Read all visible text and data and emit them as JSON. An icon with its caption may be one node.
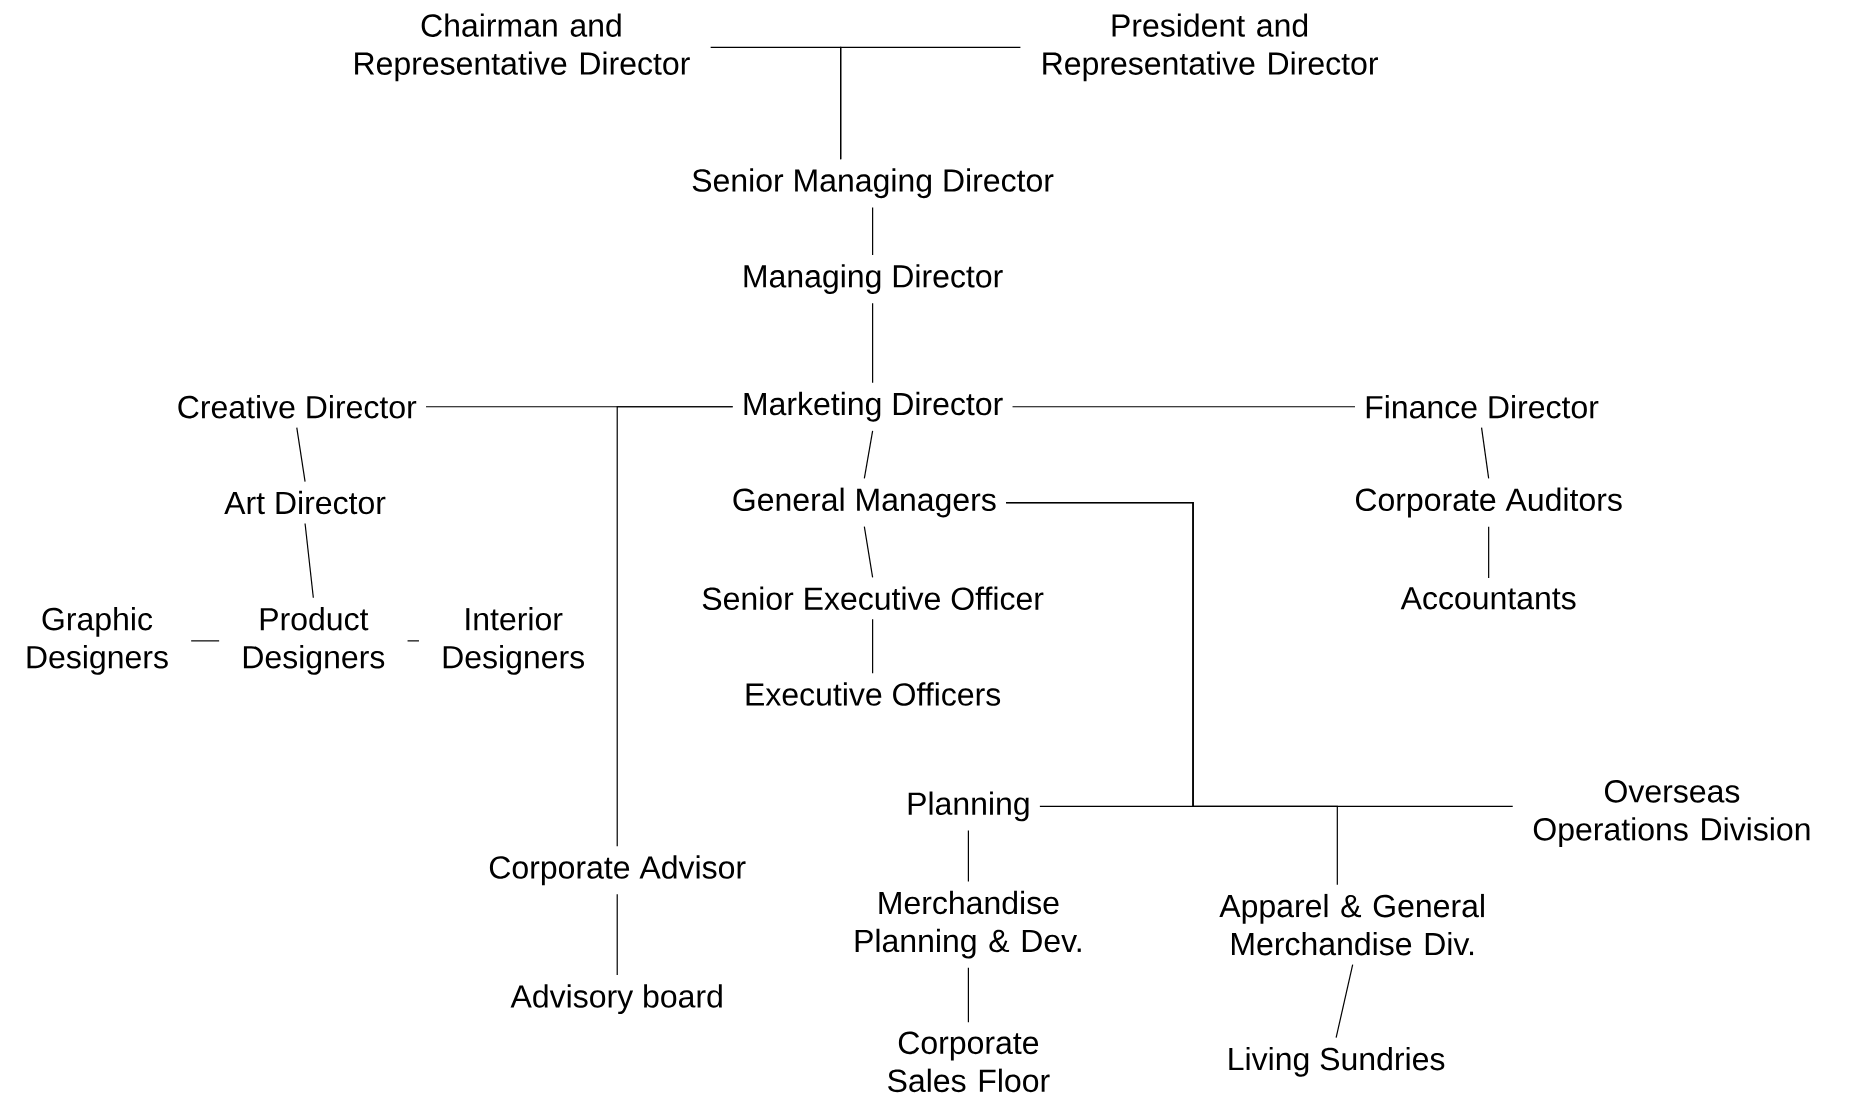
{
  "diagram": {
    "nodes": [
      {
        "text": [
          "Chairman and Representative Director"
        ]
      },
      {
        "text": [
          "President and Representative Director"
        ]
      },
      {
        "text": [
          "Senior Managing Director"
        ]
      },
      {
        "text": [
          "Managing Director"
        ]
      },
      {
        "text": [
          "Creative Director"
        ]
      },
      {
        "text": [
          "Marketing Director"
        ]
      },
      {
        "text": [
          "Finance Director"
        ]
      },
      {
        "text": [
          "Art Director"
        ]
      },
      {
        "text": [
          "General Managers"
        ]
      },
      {
        "text": [
          "Corporate Auditors"
        ]
      },
      {
        "text": [
          "Graphic Designers"
        ]
      },
      {
        "text": [
          "Product Designers"
        ]
      },
      {
        "text": [
          "Interior Designers"
        ]
      },
      {
        "text": [
          "Senior Executive Officer"
        ]
      },
      {
        "text": [
          "Accountants"
        ]
      },
      {
        "text": [
          "Executive Officers"
        ]
      },
      {
        "text": [
          "Planning"
        ]
      },
      {
        "text": [
          "Overseas Operations Division"
        ]
      },
      {
        "text": [
          "Corporate Advisor"
        ]
      },
      {
        "text": [
          "Merchandise Planning & Dev."
        ]
      },
      {
        "text": [
          "Apparel & General Merchandise Div."
        ]
      },
      {
        "text": [
          "Advisory board"
        ]
      },
      {
        "text": [
          "Corporate Sales Floor"
        ]
      },
      {
        "text": [
          "Living Sundries"
        ]
      }
    ],
    "edges": [
      {
        "from": 0,
        "to": 2,
        "arrow": "none"
      },
      {
        "from": 1,
        "to": 2,
        "arrow": "none"
      },
      {
        "from": 2,
        "to": 3,
        "arrow": "none"
      },
      {
        "from": 3,
        "to": 5,
        "arrow": "none"
      },
      {
        "from": 4,
        "to": 5,
        "arrow": "none"
      },
      {
        "from": 5,
        "to": 18,
        "arrow": "none"
      },
      {
        "from": 5,
        "to": 6,
        "arrow": "none"
      },
      {
        "from": 4,
        "to": 7,
        "arrow": "none"
      },
      {
        "from": 7,
        "to": 11,
        "arrow": "none"
      },
      {
        "from": 10,
        "to": 11,
        "arrow": "none"
      },
      {
        "from": 11,
        "to": 12,
        "arrow": "none"
      },
      {
        "from": 5,
        "to": 8,
        "arrow": "none"
      },
      {
        "from": 8,
        "to": 13,
        "arrow": "none"
      },
      {
        "from": 13,
        "to": 15,
        "arrow": "none"
      },
      {
        "from": 6,
        "to": 9,
        "arrow": "none"
      },
      {
        "from": 9,
        "to": 14,
        "arrow": "none"
      },
      {
        "from": 18,
        "to": 21,
        "arrow": "none"
      },
      {
        "from": 8,
        "to": 16,
        "arrow": "none"
      },
      {
        "from": 8,
        "to": 17,
        "arrow": "none"
      },
      {
        "from": 8,
        "to": 20,
        "arrow": "none"
      },
      {
        "from": 16,
        "to": 19,
        "arrow": "none"
      },
      {
        "from": 19,
        "to": 22,
        "arrow": "none"
      },
      {
        "from": 20,
        "to": 23,
        "arrow": "none"
      }
    ]
  }
}
